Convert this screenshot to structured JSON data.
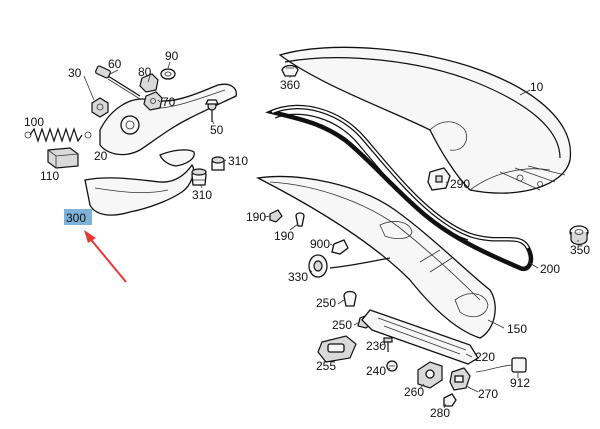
{
  "callouts": {
    "p10": "10",
    "p20": "20",
    "p30": "30",
    "p50": "50",
    "p60": "60",
    "p70": "70",
    "p80": "80",
    "p90": "90",
    "p100": "100",
    "p110": "110",
    "p150": "150",
    "p190a": "190",
    "p190b": "190",
    "p200": "200",
    "p220": "220",
    "p230": "230",
    "p240": "240",
    "p250a": "250",
    "p250b": "250",
    "p255": "255",
    "p260": "260",
    "p270": "270",
    "p280": "280",
    "p290": "290",
    "p300": "300",
    "p310a": "310",
    "p310b": "310",
    "p330": "330",
    "p350": "350",
    "p360": "360",
    "p900": "900",
    "p912": "912"
  },
  "colors": {
    "highlight": "#7fb2d8",
    "arrow": "#e53935",
    "ink": "#111111"
  }
}
